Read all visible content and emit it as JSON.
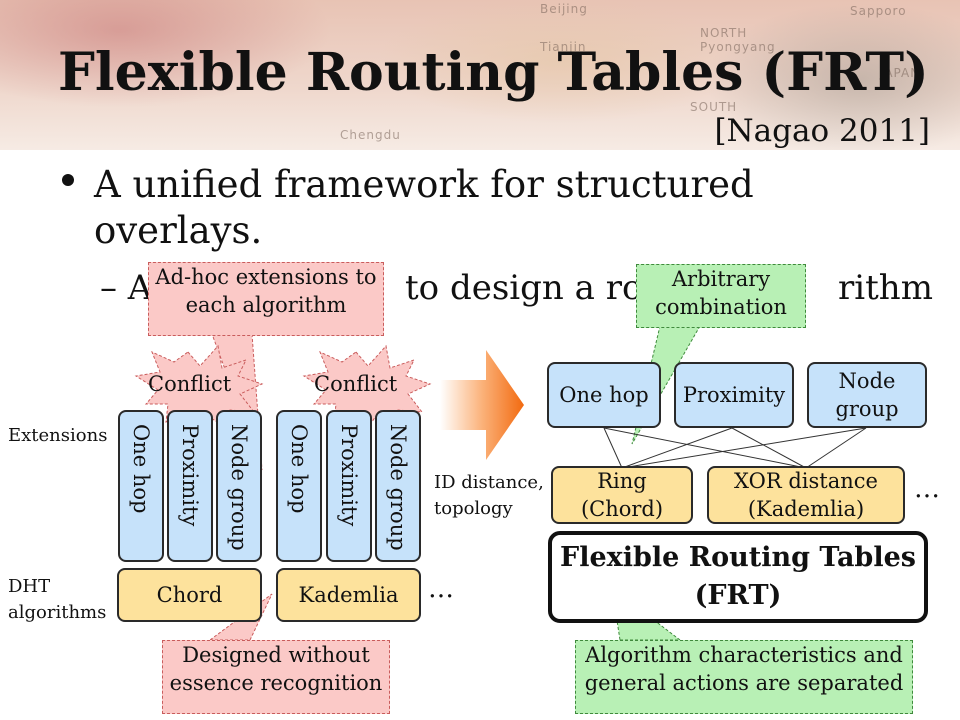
{
  "slide": {
    "title": "Flexible Routing Tables (FRT)",
    "citation": "[Nagao 2011]",
    "bullet": "A unified framework for structured overlays.",
    "sub_bullet_dash": "– A",
    "sub_bullet_mid": "to design a rou",
    "sub_bullet_end": "rithm"
  },
  "left_diagram": {
    "row_labels": {
      "extensions": "Extensions",
      "dht": "DHT algorithms"
    },
    "callout_top": "Ad-hoc extensions to each algorithm",
    "conflict_label": "Conflict",
    "chord_extensions": [
      "One hop",
      "Proximity",
      "Node group"
    ],
    "kademlia_extensions": [
      "One hop",
      "Proximity",
      "Node group"
    ],
    "algorithms": [
      "Chord",
      "Kademlia"
    ],
    "ellipsis": "…",
    "callout_bottom": "Designed without essence recognition"
  },
  "right_diagram": {
    "callout_top": "Arbitrary combination",
    "extensions": [
      "One hop",
      "Proximity",
      "Node group"
    ],
    "row_label": "ID distance, topology",
    "distances": [
      "Ring (Chord)",
      "XOR distance (Kademlia)"
    ],
    "ellipsis": "…",
    "frt_box": "Flexible Routing Tables (FRT)",
    "callout_bottom": "Algorithm characteristics and general actions are separated"
  },
  "colors": {
    "extension_blue": "#c6e2fa",
    "algorithm_yellow": "#fde29c",
    "callout_pink": "#fbc9c7",
    "callout_green": "#b8f0b5",
    "arrow_orange": "#f26a10"
  }
}
